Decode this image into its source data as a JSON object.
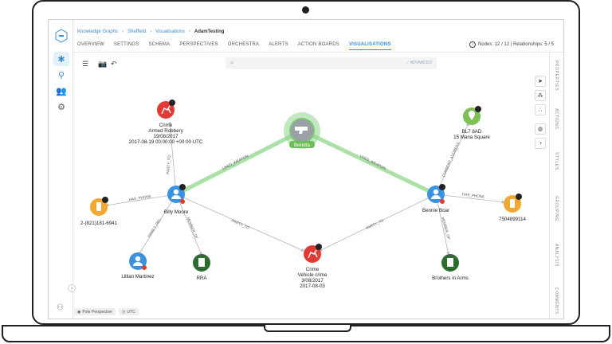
{
  "breadcrumb": [
    "Knowledge Graphs",
    "Sheffield",
    "Visualisations",
    "AdamTesting"
  ],
  "tabs": [
    "OVERVIEW",
    "SETTINGS",
    "SCHEMA",
    "PERSPECTIVES",
    "ORCHESTRA",
    "ALERTS",
    "ACTION BOARDS",
    "VISUALISATIONS"
  ],
  "active_tab": "VISUALISATIONS",
  "counts": "Nodes: 12 / 12 | Relationships: 5 / 5",
  "search": {
    "placeholder": "",
    "advanced": "ADVANCED"
  },
  "right_panel": [
    "PROPERTIES",
    "ACTIONS",
    "STYLES",
    "GROUPING",
    "ANALYSIS",
    "COMMENTS"
  ],
  "footer": {
    "perspective": "Pole Perspective",
    "timezone": "UTC"
  },
  "colors": {
    "accent": "#3a8bd1",
    "crime": "#e03a33",
    "phone": "#f0a830",
    "location": "#7cbf55",
    "org": "#2e6b2f",
    "weapon": "#9aa0a6",
    "highlight": "#8fd68a"
  },
  "nodes": {
    "crime1": {
      "label": [
        "Crime",
        "Armed Robbery",
        "19/08/2017",
        "2017-08-19 00:00:00 +00:00 UTC"
      ]
    },
    "weapon": {
      "label": [
        "Beretta"
      ]
    },
    "location": {
      "label": [
        "BL7 8AD",
        "15 Maria Square"
      ]
    },
    "billy": {
      "label": [
        "Billy Moore"
      ]
    },
    "bennie": {
      "label": [
        "Bennie Boar"
      ]
    },
    "phone1": {
      "label": [
        "2-(821)181-6941"
      ]
    },
    "phone2": {
      "label": [
        "7504899114"
      ]
    },
    "lillian": {
      "label": [
        "Lillian Martinez"
      ]
    },
    "rra": {
      "label": [
        "RRA"
      ]
    },
    "crime2": {
      "label": [
        "Crime",
        "Vehicle crime",
        "3/08/2017",
        "2017-08-03"
      ]
    },
    "brothers": {
      "label": [
        "Brothers in Arms"
      ]
    }
  },
  "edges": {
    "billy_crime1": "PARTY_TO",
    "billy_weapon": "USED_WEAPON",
    "bennie_weapon": "USED_WEAPON",
    "bennie_location": "CURRENT_ADDRESS",
    "billy_phone1": "HAS_PHONE",
    "bennie_phone2": "HAS_PHONE",
    "billy_lillian": "FAMILY_REL",
    "billy_rra": "MEMBER_OF",
    "billy_crime2": "PARTY_TO",
    "bennie_crime2": "PARTY_TO",
    "bennie_brothers": "MEMBER_OF"
  }
}
